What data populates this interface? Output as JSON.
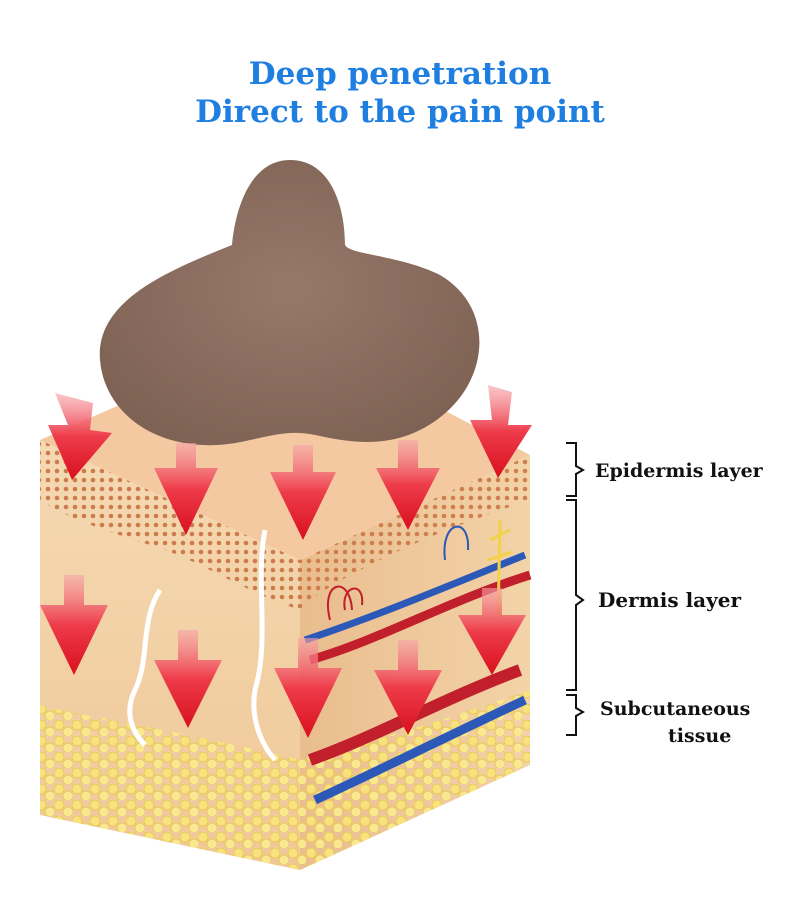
{
  "headline": {
    "line1": "Deep penetration",
    "line2": "Direct to the pain point"
  },
  "layers": [
    {
      "name": "epidermis",
      "label": "Epidermis layer"
    },
    {
      "name": "dermis",
      "label": "Dermis layer"
    },
    {
      "name": "subcutaneous",
      "label_line1": "Subcutaneous",
      "label_line2": "tissue"
    }
  ],
  "colors": {
    "headline": "#1e7fe0",
    "patch": "#8b6c5a",
    "arrow": "#e3152b",
    "skin": "#f0cfa4",
    "fat": "#f6e07a",
    "artery": "#c11f2b",
    "vein": "#2c59b8"
  }
}
